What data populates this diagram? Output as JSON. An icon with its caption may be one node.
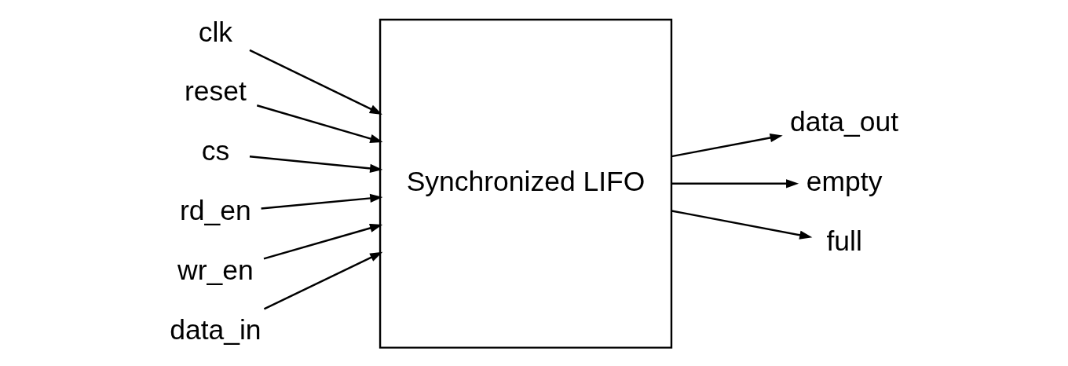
{
  "diagram": {
    "nodes": [
      {
        "text": [
          "Synchronized LIFO"
        ]
      },
      {
        "text": [
          "clk"
        ]
      },
      {
        "text": [
          "reset"
        ]
      },
      {
        "text": [
          "cs"
        ]
      },
      {
        "text": [
          "rd_en"
        ]
      },
      {
        "text": [
          "wr_en"
        ]
      },
      {
        "text": [
          "data_in"
        ]
      },
      {
        "text": [
          "data_out"
        ]
      },
      {
        "text": [
          "empty"
        ]
      },
      {
        "text": [
          "full"
        ]
      }
    ],
    "edges": [
      {
        "from": 1,
        "to": 0,
        "arrow": "to"
      },
      {
        "from": 2,
        "to": 0,
        "arrow": "to"
      },
      {
        "from": 3,
        "to": 0,
        "arrow": "to"
      },
      {
        "from": 4,
        "to": 0,
        "arrow": "to"
      },
      {
        "from": 5,
        "to": 0,
        "arrow": "to"
      },
      {
        "from": 6,
        "to": 0,
        "arrow": "to"
      },
      {
        "from": 0,
        "to": 7,
        "arrow": "to"
      },
      {
        "from": 0,
        "to": 8,
        "arrow": "to"
      },
      {
        "from": 0,
        "to": 9,
        "arrow": "to"
      }
    ]
  }
}
